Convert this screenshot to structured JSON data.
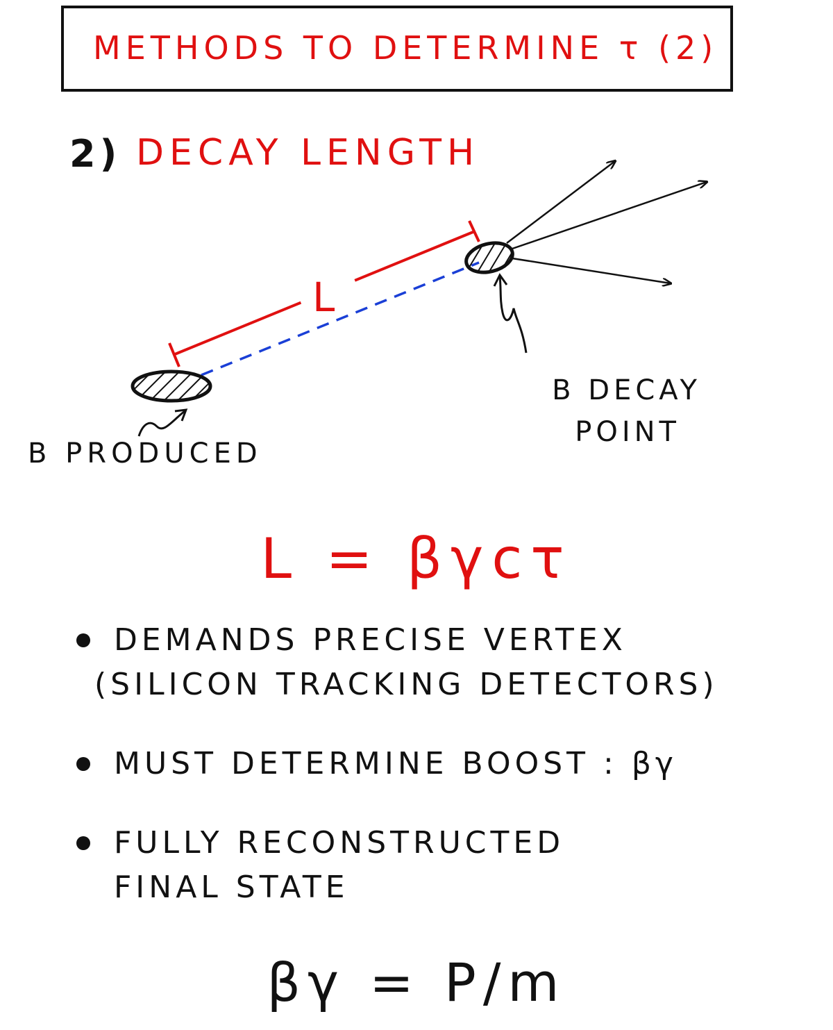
{
  "title": "METHODS TO DETERMINE τ (2)",
  "section": {
    "number": "2)",
    "title": "DECAY LENGTH"
  },
  "diagram": {
    "length_label": "L",
    "produced_label": "B PRODUCED",
    "decay_label_line1": "B DECAY",
    "decay_label_line2": "POINT",
    "colors": {
      "ink": "#111111",
      "red": "#e01010",
      "blue": "#1a3fd6"
    }
  },
  "equation_main": "L = βγcτ",
  "bullets": [
    {
      "line1": "DEMANDS PRECISE VERTEX",
      "line2": "(SILICON TRACKING DETECTORS)"
    },
    {
      "line1": "MUST DETERMINE BOOST : βγ"
    },
    {
      "line1": "FULLY RECONSTRUCTED",
      "line2": "FINAL STATE"
    }
  ],
  "equation_bottom": "βγ = P/m"
}
